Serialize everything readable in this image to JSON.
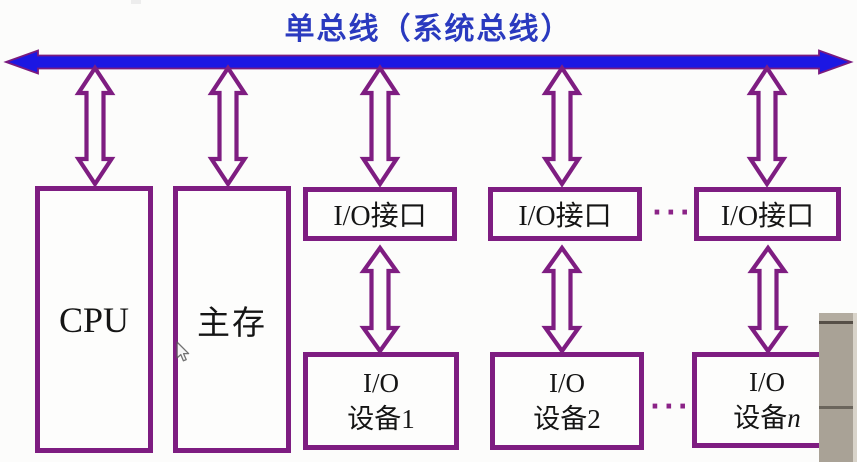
{
  "diagram": {
    "title": "单总线（系统总线）",
    "ellipsis": "···",
    "nodes": {
      "cpu": {
        "label": "CPU"
      },
      "memory": {
        "label": "主存"
      },
      "io_interfaces": [
        {
          "label": "I/O接口"
        },
        {
          "label": "I/O接口"
        },
        {
          "label": "I/O接口"
        }
      ],
      "io_devices": [
        {
          "line1": "I/O",
          "line2": "设备1"
        },
        {
          "line1": "I/O",
          "line2": "设备2"
        },
        {
          "line1": "I/O",
          "line2_prefix": "设备",
          "line2_var": "n"
        }
      ]
    },
    "colors": {
      "bus_blue": "#1c17e3",
      "outline_purple": "#7e1d81",
      "title_blue": "#2a3abf",
      "background": "#fcfcfb",
      "side_panel_gray": "#a9a296"
    }
  }
}
